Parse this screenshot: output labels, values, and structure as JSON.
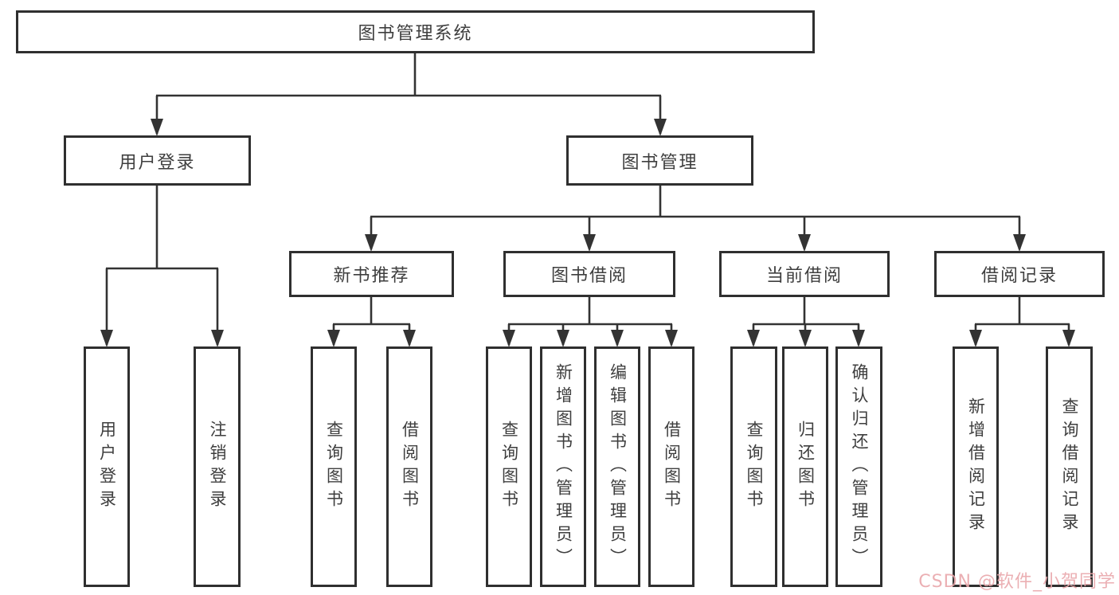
{
  "tree": {
    "root": {
      "label": "图书管理系统"
    },
    "branches": [
      {
        "label": "用户登录",
        "leaves": [
          "用户登录",
          "注销登录"
        ]
      },
      {
        "label": "图书管理",
        "groups": [
          {
            "label": "新书推荐",
            "leaves": [
              "查询图书",
              "借阅图书"
            ]
          },
          {
            "label": "图书借阅",
            "leaves": [
              "查询图书",
              "新增图书（管理员）",
              "编辑图书（管理员）",
              "借阅图书"
            ]
          },
          {
            "label": "当前借阅",
            "leaves": [
              "查询图书",
              "归还图书",
              "确认归还（管理员）"
            ]
          },
          {
            "label": "借阅记录",
            "leaves": [
              "新增借阅记录",
              "查询借阅记录"
            ]
          }
        ]
      }
    ]
  },
  "watermark": {
    "text": "CSDN @软件_小贺同学",
    "color": "#e9a7ab"
  },
  "colors": {
    "line": "#333333",
    "border": "#2f2f2f",
    "text": "#3e3e3e",
    "background": "#ffffff"
  }
}
